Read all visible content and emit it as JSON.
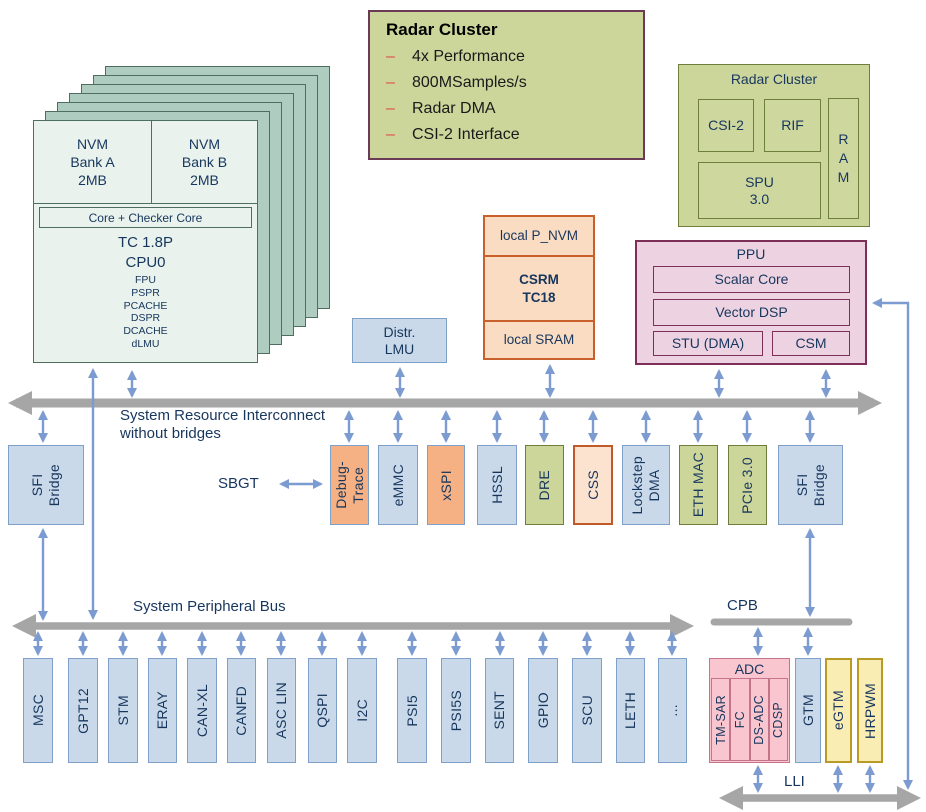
{
  "colors": {
    "arrow_blue": "#7C9BD1",
    "bus_gray": "#A6A6A6",
    "text_navy": "#17365D",
    "block_blue": "#C9D9EA",
    "block_orange": "#F5B183",
    "block_olive": "#CCD69B",
    "block_peach": "#FBE3CF",
    "ppu_pink": "#EDD3E2",
    "adc_pink": "#F9C5CE",
    "block_yellow": "#FAEDB4",
    "cpu_mint": "#E9F2EC",
    "bullet_red": "#E0474C"
  },
  "cpu_cluster": {
    "nvm_bank_a": "NVM\nBank A\n2MB",
    "nvm_bank_b": "NVM\nBank B\n2MB",
    "checker": "Core + Checker Core",
    "core_type": "TC 1.8P",
    "core_name": "CPU0",
    "features": "FPU\nPSPR\nPCACHE\nDSPR\nDCACHE\ndLMU"
  },
  "callout": {
    "title": "Radar Cluster",
    "bullet_char": "–",
    "bullets": [
      "4x Performance",
      "800MSamples/s",
      "Radar DMA",
      "CSI-2 Interface"
    ]
  },
  "radar_cluster": {
    "title": "Radar Cluster",
    "csi2": "CSI-2",
    "rif": "RIF",
    "ram": "R\nA\nM",
    "spu": "SPU\n3.0"
  },
  "csrm": {
    "p_nvm": "local P_NVM",
    "core": "CSRM\nTC18",
    "sram": "local SRAM"
  },
  "distr_lmu": "Distr.\nLMU",
  "ppu": {
    "title": "PPU",
    "scalar": "Scalar Core",
    "vector": "Vector DSP",
    "stu": "STU (DMA)",
    "csm": "CSM"
  },
  "interconnect": {
    "label": "System Resource Interconnect\nwithout bridges",
    "sbgt": "SBGT"
  },
  "ic_blocks": {
    "sfi_left": "SFI\nBridge",
    "debug_trace": "Debug-\nTrace",
    "emmc": "eMMC",
    "xspi": "xSPI",
    "hssl": "HSSL",
    "dre": "DRE",
    "css": "CSS",
    "lockstep_dma": "Lockstep\nDMA",
    "eth_mac": "ETH MAC",
    "pcie": "PCIe 3.0",
    "sfi_right": "SFI\nBridge"
  },
  "buses": {
    "peripheral": "System Peripheral Bus",
    "cpb": "CPB",
    "lli": "LLI"
  },
  "peripherals": [
    "MSC",
    "GPT12",
    "STM",
    "ERAY",
    "CAN-XL",
    "CANFD",
    "ASC LIN",
    "QSPI",
    "I2C",
    "PSI5",
    "PSI5S",
    "SENT",
    "GPIO",
    "SCU",
    "LETH",
    "..."
  ],
  "adc": {
    "title": "ADC",
    "subs": [
      "TM-SAR",
      "FC",
      "DS-ADC",
      "CDSP"
    ]
  },
  "timers": {
    "gtm": "GTM",
    "egtm": "eGTM",
    "hrpwm": "HRPWM"
  }
}
